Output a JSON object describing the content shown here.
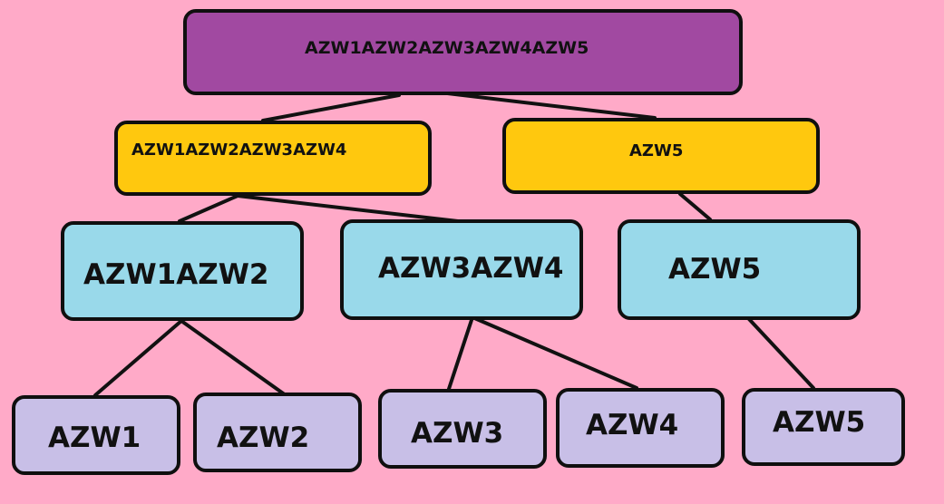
{
  "diagram": {
    "root": {
      "label": "AZW1AZW2AZW3AZW4AZW5"
    },
    "level1": [
      {
        "label": "AZW1AZW2AZW3AZW4"
      },
      {
        "label": "AZW5"
      }
    ],
    "level2": [
      {
        "label": "AZW1AZW2"
      },
      {
        "label": "AZW3AZW4"
      },
      {
        "label": "AZW5"
      }
    ],
    "leaves": [
      {
        "label": "AZW1"
      },
      {
        "label": "AZW2"
      },
      {
        "label": "AZW3"
      },
      {
        "label": "AZW4"
      },
      {
        "label": "AZW5"
      }
    ]
  },
  "colors": {
    "background": "#ffaac8",
    "root_fill": "#a149a1",
    "level1_fill": "#ffc80e",
    "level2_fill": "#99d9ea",
    "leaf_fill": "#c8bfe7",
    "outline": "#0f0f0f"
  }
}
